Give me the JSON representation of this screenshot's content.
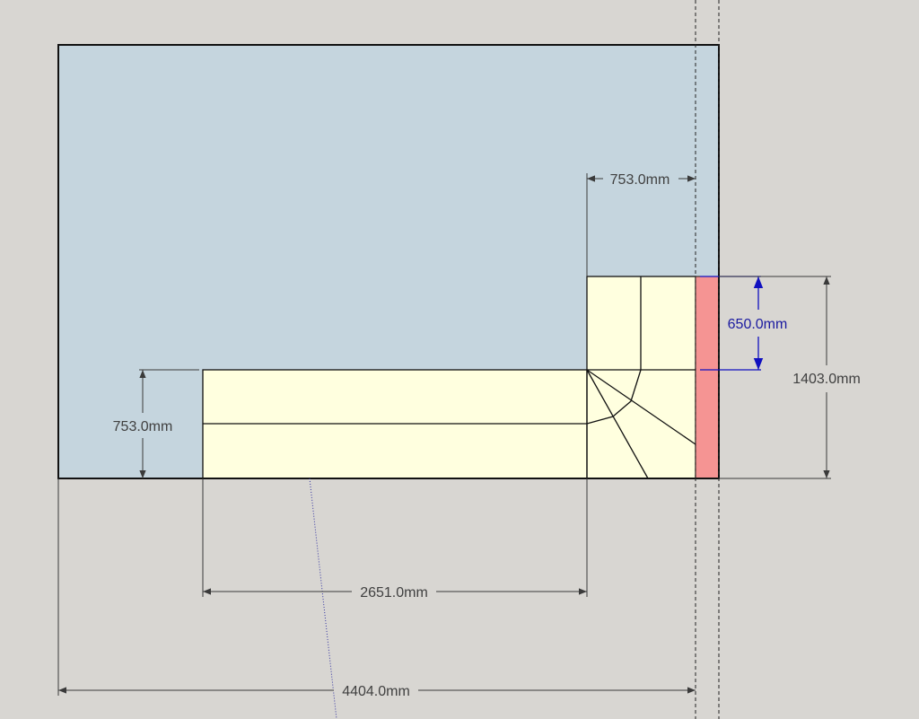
{
  "dimensions": {
    "top_width": "753.0mm",
    "landing_height": "650.0mm",
    "total_height": "1403.0mm",
    "left_width": "753.0mm",
    "run_length": "2651.0mm",
    "total_length": "4404.0mm"
  },
  "colors": {
    "background": "#d8d6d2",
    "floor": "#c5d5de",
    "stair": "#ffffdf",
    "wall": "#f59493",
    "selected_dimension": "#1010c0"
  }
}
